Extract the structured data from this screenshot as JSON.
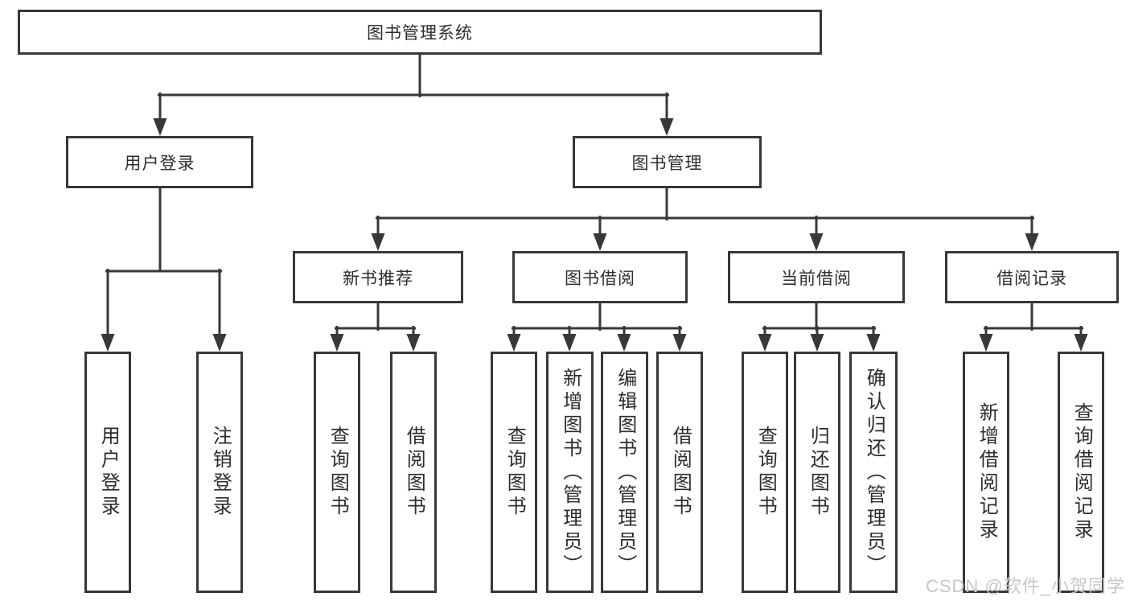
{
  "tree": {
    "root": {
      "label": "图书管理系统"
    },
    "branches": [
      {
        "label": "用户登录",
        "leaves": [
          {
            "label": "用户登录"
          },
          {
            "label": "注销登录"
          }
        ]
      },
      {
        "label": "图书管理",
        "sections": [
          {
            "label": "新书推荐",
            "leaves": [
              {
                "label": "查询图书"
              },
              {
                "label": "借阅图书"
              }
            ]
          },
          {
            "label": "图书借阅",
            "leaves": [
              {
                "label": "查询图书"
              },
              {
                "label": "新增图书（管理员）"
              },
              {
                "label": "编辑图书（管理员）"
              },
              {
                "label": "借阅图书"
              }
            ]
          },
          {
            "label": "当前借阅",
            "leaves": [
              {
                "label": "查询图书"
              },
              {
                "label": "归还图书"
              },
              {
                "label": "确认归还（管理员）"
              }
            ]
          },
          {
            "label": "借阅记录",
            "leaves": [
              {
                "label": "新增借阅记录"
              },
              {
                "label": "查询借阅记录"
              }
            ]
          }
        ]
      }
    ]
  },
  "watermark": {
    "text": "CSDN @软件_小贺同学"
  },
  "colors": {
    "line": "#383838",
    "text": "#2d2d2d",
    "box_background": "#ffffff",
    "watermark": "#c4c8cc",
    "page_background": "#ffffff"
  }
}
